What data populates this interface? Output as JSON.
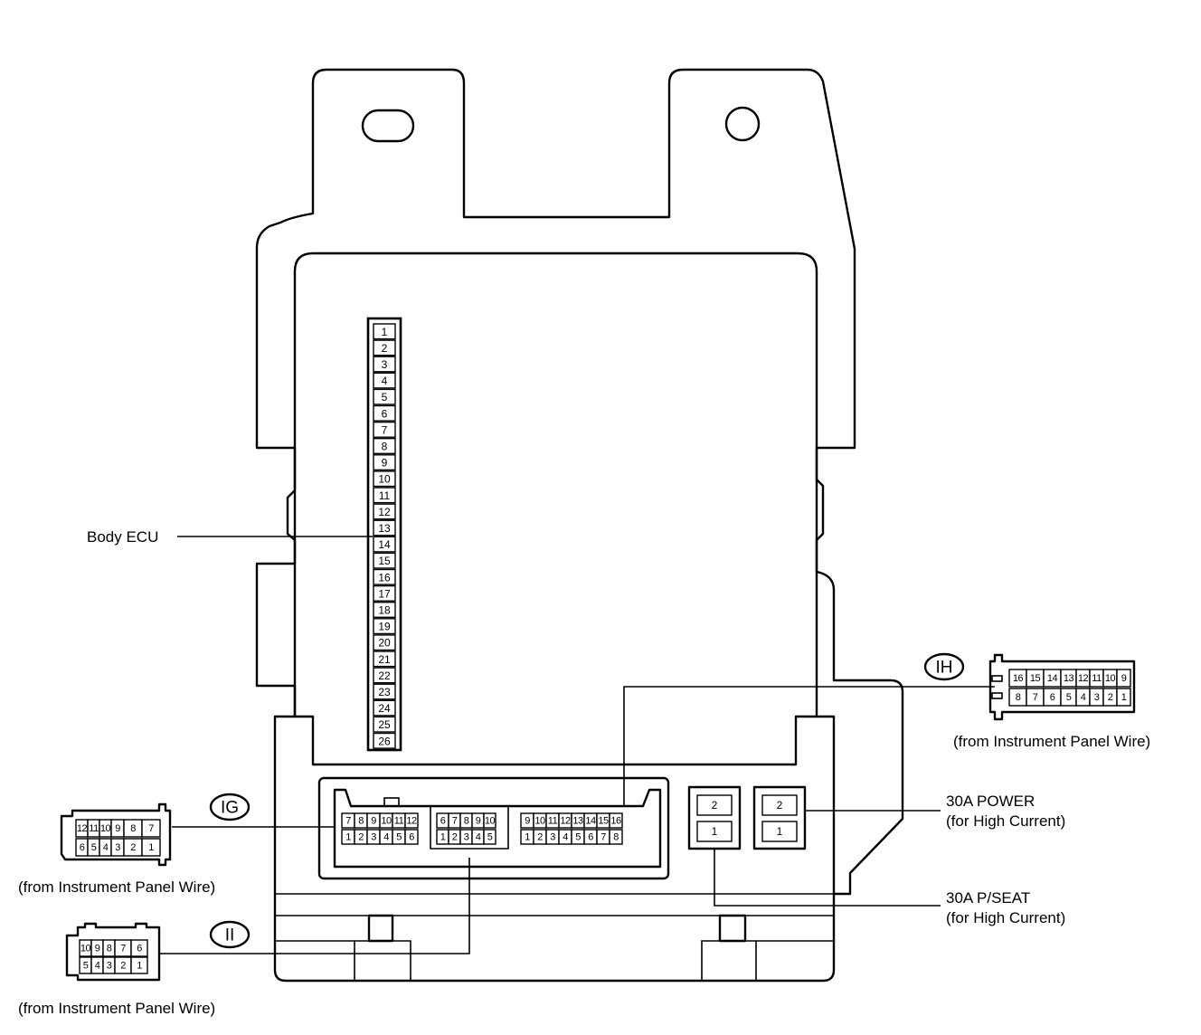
{
  "labels": {
    "body_ecu": "Body ECU",
    "power": "30A POWER",
    "power_sub": "(for High Current)",
    "pseat": "30A P/SEAT",
    "pseat_sub": "(for High Current)",
    "ih_from": "(from Instrument Panel Wire)",
    "ig_from": "(from Instrument Panel Wire)",
    "ii_from": "(from Instrument Panel Wire)"
  },
  "codes": {
    "ih": "IH",
    "ig": "IG",
    "ii": "II"
  },
  "body_ecu_pins": [
    "1",
    "2",
    "3",
    "4",
    "5",
    "6",
    "7",
    "8",
    "9",
    "10",
    "11",
    "12",
    "13",
    "14",
    "15",
    "16",
    "17",
    "18",
    "19",
    "20",
    "21",
    "22",
    "23",
    "24",
    "25",
    "26"
  ],
  "fuse_pins": {
    "top": "2",
    "bottom": "1"
  },
  "receptacles": {
    "ig": {
      "top": [
        "7",
        "8",
        "9",
        "10",
        "11",
        "12"
      ],
      "bottom": [
        "1",
        "2",
        "3",
        "4",
        "5",
        "6"
      ]
    },
    "ii": {
      "top": [
        "6",
        "7",
        "8",
        "9",
        "10"
      ],
      "bottom": [
        "1",
        "2",
        "3",
        "4",
        "5"
      ]
    },
    "ih": {
      "top": [
        "9",
        "10",
        "11",
        "12",
        "13",
        "14",
        "15",
        "16"
      ],
      "bottom": [
        "1",
        "2",
        "3",
        "4",
        "5",
        "6",
        "7",
        "8"
      ]
    }
  },
  "plugs": {
    "ih": {
      "top": [
        "16",
        "15",
        "14",
        "13",
        "12",
        "11",
        "10",
        "9"
      ],
      "bottom": [
        "8",
        "7",
        "6",
        "5",
        "4",
        "3",
        "2",
        "1"
      ]
    },
    "ig": {
      "top": [
        "12",
        "11",
        "10",
        "9",
        "8",
        "7"
      ],
      "bottom": [
        "6",
        "5",
        "4",
        "3",
        "2",
        "1"
      ]
    },
    "ii": {
      "top": [
        "10",
        "9",
        "8",
        "7",
        "6"
      ],
      "bottom": [
        "5",
        "4",
        "3",
        "2",
        "1"
      ]
    }
  }
}
